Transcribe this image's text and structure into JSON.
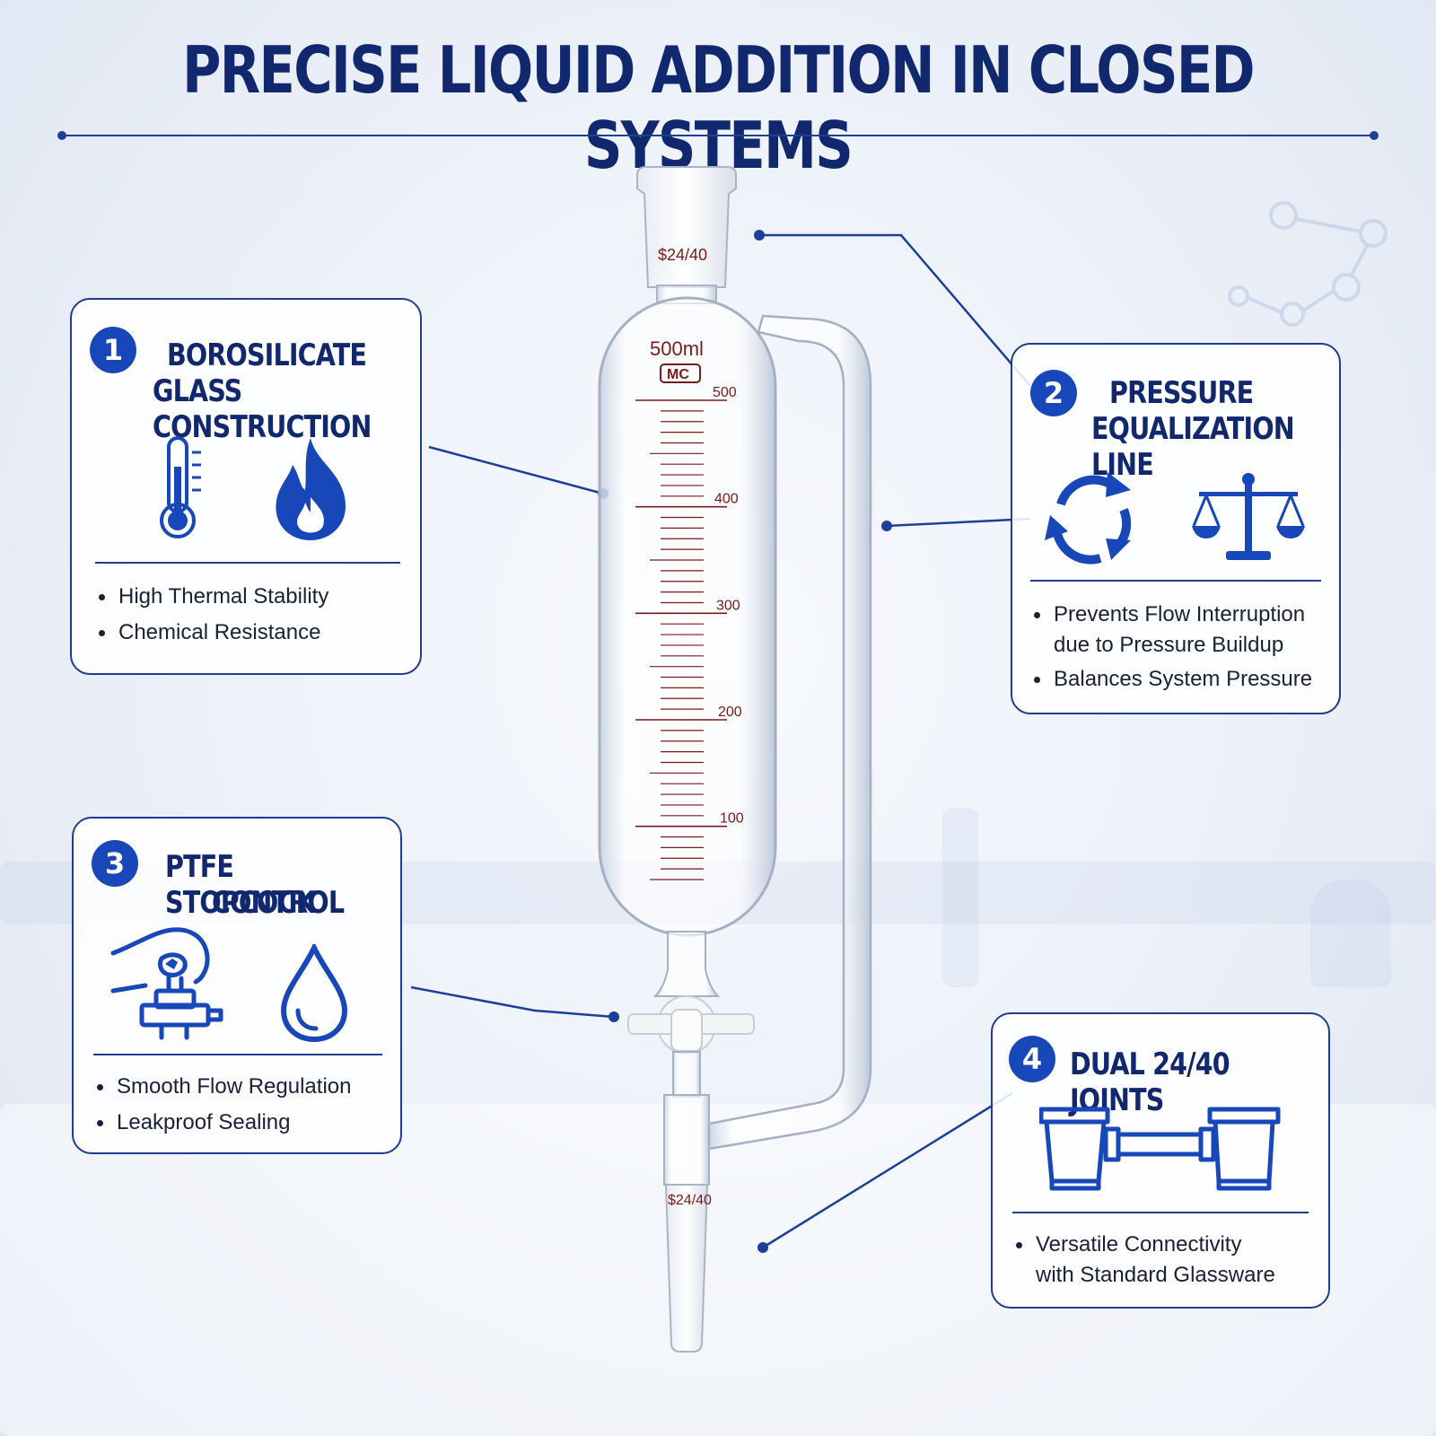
{
  "headline": "PRECISE LIQUID ADDITION IN CLOSED SYSTEMS",
  "apparatus": {
    "top_joint_label": "$24/40",
    "capacity_label": "500ml",
    "maker_mark": "MC",
    "graduations": [
      "500",
      "400",
      "300",
      "200",
      "100"
    ],
    "bottom_joint_label": "$24/40"
  },
  "cards": [
    {
      "number": "1",
      "title_line1": "BOROSILICATE",
      "title_line2": "GLASS CONSTRUCTION",
      "icons": [
        "thermometer-icon",
        "flame-icon"
      ],
      "bullets": [
        "High Thermal Stability",
        "Chemical Resistance"
      ]
    },
    {
      "number": "2",
      "title_line1": "PRESSURE",
      "title_line2": "EQUALIZATION LINE",
      "icons": [
        "cycle-arrows-icon",
        "balance-scale-icon"
      ],
      "bullets": [
        "Prevents Flow Interruption",
        "due to Pressure Buildup",
        "Balances System Pressure"
      ]
    },
    {
      "number": "3",
      "title_line1": "PTFE STOPCOCK",
      "title_line2": "CONTROL",
      "icons": [
        "hand-stopcock-icon",
        "droplet-icon"
      ],
      "bullets": [
        "Smooth Flow Regulation",
        "Leakproof Sealing"
      ]
    },
    {
      "number": "4",
      "title_line1": "DUAL 24/40 JOINTS",
      "icons": [
        "joint-connector-icon"
      ],
      "bullets": [
        "Versatile Connectivity",
        "with Standard Glassware"
      ]
    }
  ],
  "colors": {
    "navy": "#12286e",
    "accent": "#1747b8",
    "graduation": "#7a1a1a"
  }
}
